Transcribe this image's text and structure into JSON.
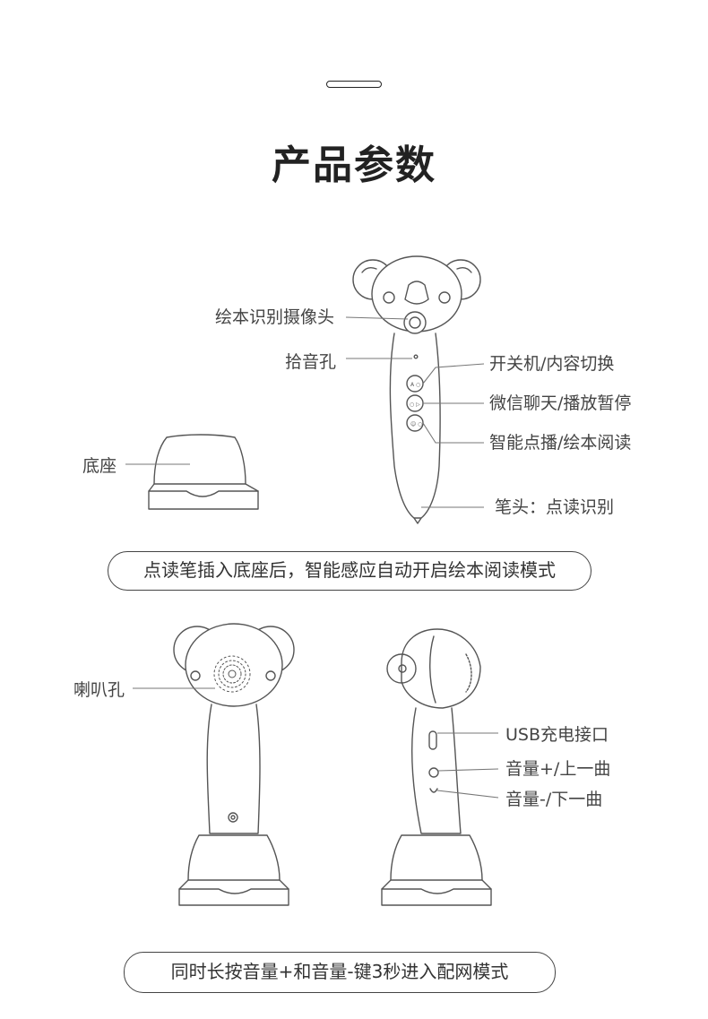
{
  "header": {
    "title": "产品参数"
  },
  "section1": {
    "labels": {
      "camera": "绘本识别摄像头",
      "mic": "拾音孔",
      "base": "底座",
      "power": "开关机/内容切换",
      "wechat": "微信聊天/播放暂停",
      "smart": "智能点播/绘本阅读",
      "tip": "笔头：点读识别"
    },
    "caption": "点读笔插入底座后，智能感应自动开启绘本阅读模式"
  },
  "section2": {
    "labels": {
      "speaker": "喇叭孔",
      "usb": "USB充电接口",
      "vol_up": "音量+/上一曲",
      "vol_down": "音量-/下一曲"
    },
    "caption": "同时长按音量+和音量-键3秒进入配网模式"
  },
  "colors": {
    "line": "#555555",
    "text": "#333333"
  }
}
